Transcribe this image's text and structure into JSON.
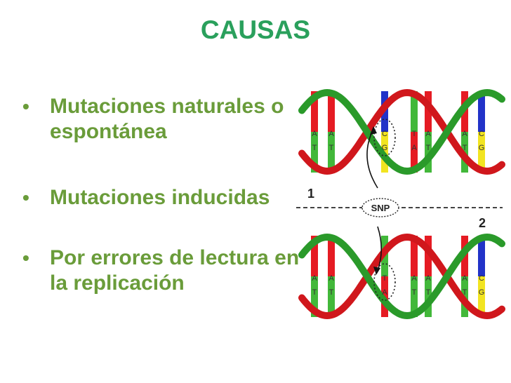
{
  "slide": {
    "title": "CAUSAS",
    "bullets": [
      "Mutaciones naturales o espontánea",
      "Mutaciones inducidas",
      "Por errores de lectura en la replicación"
    ],
    "bullet_glyph": "•"
  },
  "illustration": {
    "strand1_label": "1",
    "strand2_label": "2",
    "snp_label": "SNP",
    "strand1_top_letters": [
      "A",
      "A",
      "C",
      "T",
      "A",
      "A",
      "C"
    ],
    "strand1_bottom_letters": [
      "T",
      "T",
      "G",
      "A",
      "T",
      "T",
      "G"
    ],
    "strand2_top_letters": [
      "A",
      "A",
      "T",
      "A",
      "A",
      "A",
      "C"
    ],
    "strand2_bottom_letters": [
      "T",
      "T",
      "A",
      "T",
      "T",
      "T",
      "G"
    ],
    "colors": {
      "title": "#2aa05c",
      "bullet_text": "#6a9c3a",
      "backbone_red": "#d0171c",
      "backbone_green": "#2a9a2a",
      "base_A": "#e51b23",
      "base_T": "#42b83a",
      "base_C": "#2233c8",
      "base_G": "#f2e421"
    }
  }
}
